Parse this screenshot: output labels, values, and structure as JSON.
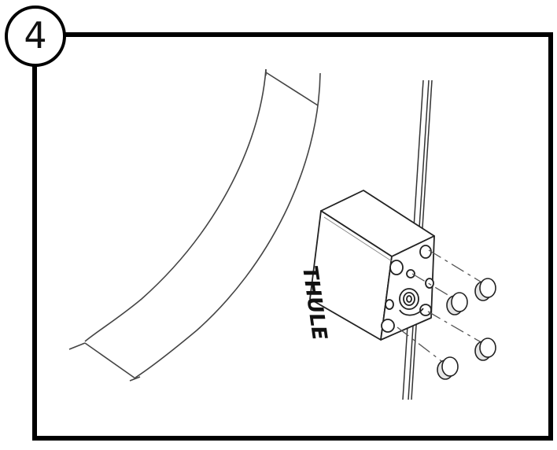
{
  "figure": {
    "step_number": "4",
    "brand_text": "THULE",
    "description": "Assembly step: insert four end caps into the Thule mount block on the frame beside the wheel"
  },
  "colors": {
    "line": "#111111",
    "line_light": "#555555",
    "background": "#ffffff",
    "frame": "#000000"
  },
  "parts": {
    "wheel_arc": "wheel-tire-segment",
    "mount_block": "thule-mount-block",
    "frame_tube": "vertical-frame-rail",
    "end_caps_count": 4
  }
}
